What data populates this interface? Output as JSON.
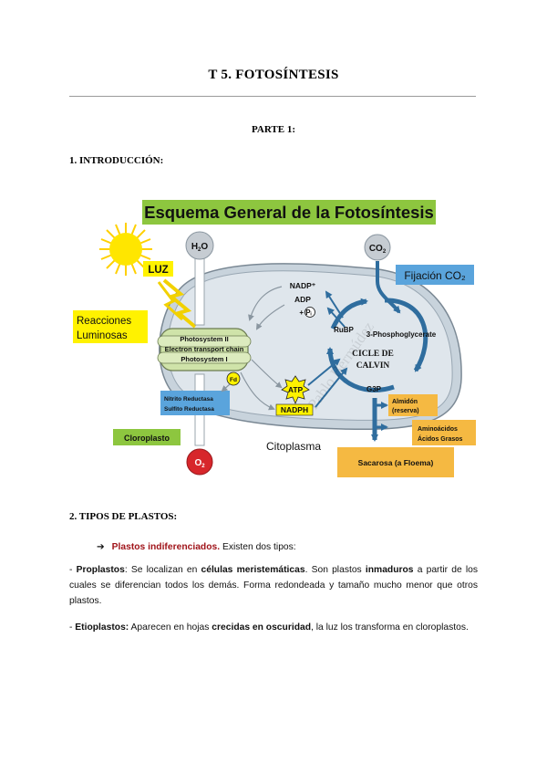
{
  "page": {
    "title": "T 5. FOTOSÍNTESIS",
    "part": "PARTE 1:",
    "section1": "1. INTRODUCCIÓN:",
    "section2": "2. TIPOS DE PLASTOS:"
  },
  "diagram": {
    "title": "Esquema General de la Fotosíntesis",
    "h2o": [
      "H",
      "2",
      "O"
    ],
    "co2": [
      "CO",
      "2"
    ],
    "o2": [
      "O",
      "2"
    ],
    "luz": "LUZ",
    "reacciones": [
      "Reacciones",
      "Luminosas"
    ],
    "fijacion": "Fijación CO₂",
    "nadp_plus": "NADP⁺",
    "adp": "ADP",
    "pi": "+ Pᵢ",
    "photosystem": [
      "Photosystem II",
      "Electron transport chain",
      "Photosystem I"
    ],
    "fd": "Fd",
    "atp": "ATP",
    "nadph": "NADPH",
    "reductasas": [
      "Nitrito Reductasa",
      "Sulfito Reductasa"
    ],
    "rubp": "RuBP",
    "phospho": "3-Phosphoglycerate",
    "cicle": [
      "CICLE DE",
      "CALVIN"
    ],
    "g3p": "G3P",
    "almidon": [
      "Almidón",
      "(reserva)"
    ],
    "aminoacidos": [
      "Aminoácidos",
      "Ácidos Grasos"
    ],
    "sacarosa": "Sacarosa (a Floema)",
    "cloroplasto": "Cloroplasto",
    "citoplasma": "Citoplasma",
    "watermark": "Pablo Bermúdez",
    "colors": {
      "title_bg": "#8dc63f",
      "membrane": "#c8d3dc",
      "stroma": "#dfe6ec",
      "thylakoid": "#cfe3a9",
      "arrow_blue": "#2f6d9e",
      "light_yellow": "#fff200",
      "orange_box": "#f5b942",
      "blue_box": "#5aa4dc",
      "o2_red": "#d7262b"
    }
  },
  "content": {
    "bullet": {
      "arrow": "➔",
      "highlight": "Plastos indiferenciados.",
      "rest": " Existen dos tipos:"
    },
    "proplastos": {
      "prefix": "- ",
      "term": "Proplastos",
      "t1": ": Se localizan en ",
      "b1": "células meristemáticas",
      "t2": ". Son plastos ",
      "b2": "inmaduros",
      "t3": " a partir de los cuales se diferencian todos los demás. Forma redondeada y tamaño mucho menor que otros plastos."
    },
    "etioplastos": {
      "prefix": "- ",
      "term": "Etioplastos:",
      "t1": " Aparecen en hojas ",
      "b1": "crecidas en oscuridad",
      "t2": ", la luz los transforma en cloroplastos."
    }
  }
}
